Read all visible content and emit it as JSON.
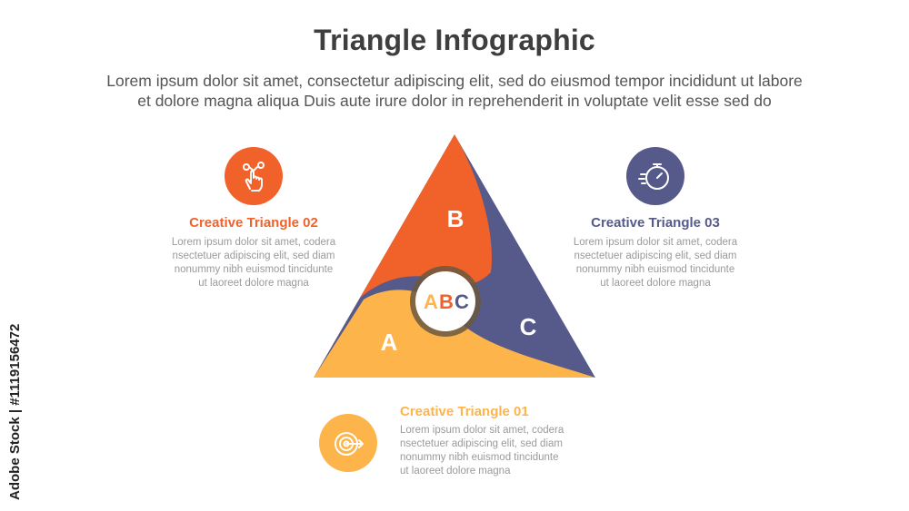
{
  "title": "Triangle Infographic",
  "subtitle_line1": "Lorem ipsum dolor sit amet, consectetur adipiscing elit, sed do eiusmod tempor incididunt ut labore",
  "subtitle_line2": "et dolore magna aliqua Duis aute irure dolor in reprehenderit in voluptate velit esse sed do",
  "colors": {
    "orange": "#f1612a",
    "yellow": "#fdb44b",
    "purple": "#565a8b",
    "center_ring": "#6b5840",
    "title": "#3e3e3e"
  },
  "triangle": {
    "center_label": {
      "a": "A",
      "b": "B",
      "c": "C"
    },
    "segments": [
      {
        "label": "B",
        "color": "#f1612a"
      },
      {
        "label": "A",
        "color": "#fdb44b"
      },
      {
        "label": "C",
        "color": "#565a8b"
      }
    ]
  },
  "items": {
    "item02": {
      "heading": "Creative Triangle 02",
      "body": [
        "Lorem ipsum dolor sit amet, codera",
        "nsectetuer adipiscing elit, sed diam",
        "nonummy nibh euismod tincidunte",
        "ut laoreet dolore magna"
      ],
      "color": "#f1612a",
      "icon": "hand-touch-icon"
    },
    "item03": {
      "heading": "Creative Triangle 03",
      "body": [
        "Lorem ipsum dolor sit amet, codera",
        "nsectetuer adipiscing elit, sed diam",
        "nonummy nibh euismod tincidunte",
        "ut laoreet dolore magna"
      ],
      "color": "#565a8b",
      "icon": "stopwatch-icon"
    },
    "item01": {
      "heading": "Creative Triangle 01",
      "body": [
        "Lorem ipsum dolor sit amet, codera",
        "nsectetuer adipiscing elit, sed diam",
        "nonummy nibh euismod tincidunte",
        "ut laoreet dolore magna"
      ],
      "color": "#fdb44b",
      "icon": "target-icon"
    }
  },
  "watermark": "Adobe Stock | #1119156472"
}
